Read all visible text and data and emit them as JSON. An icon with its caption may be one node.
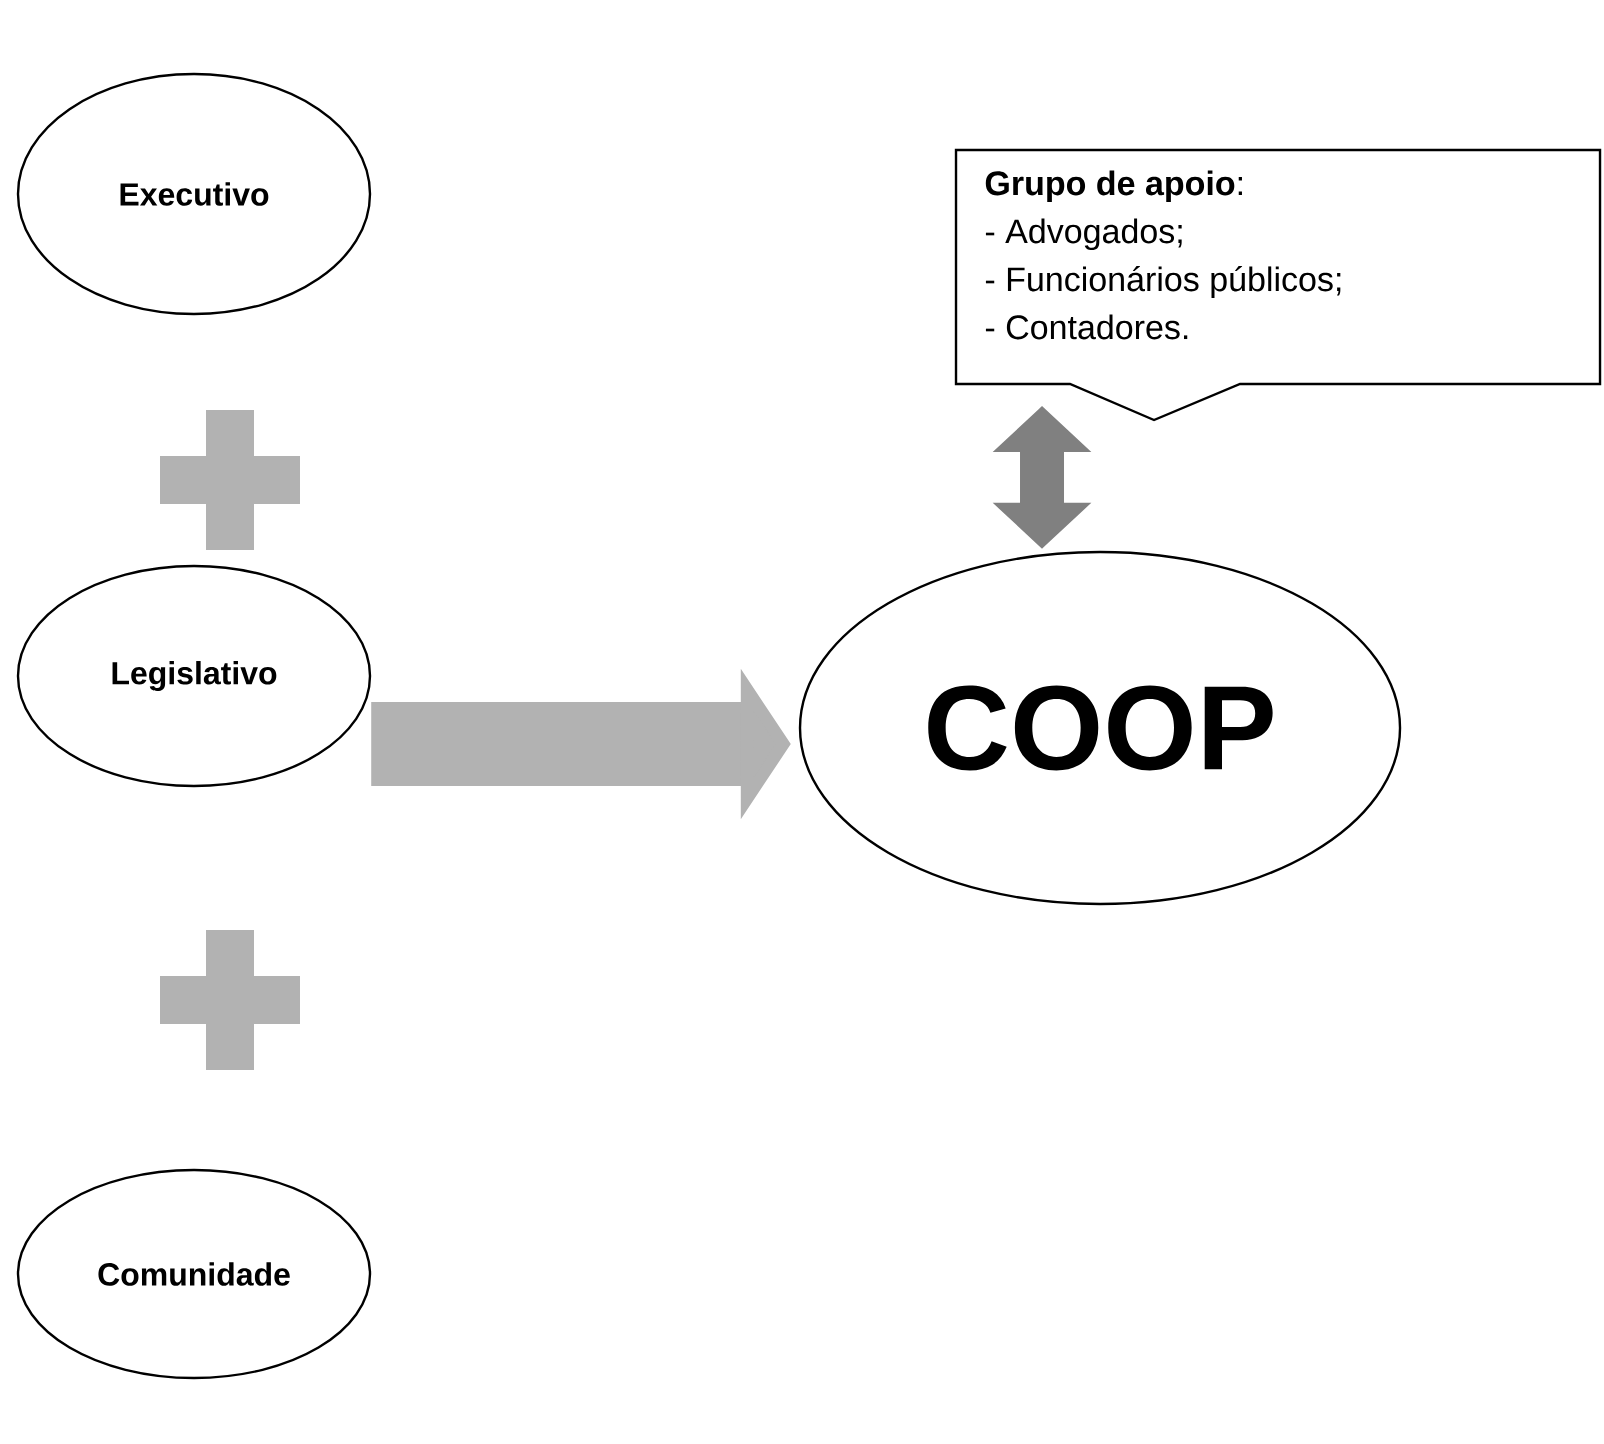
{
  "diagram": {
    "nodes": [
      {
        "text": [
          "Executivo"
        ]
      },
      {
        "text": [
          "Legislativo"
        ]
      },
      {
        "text": [
          "Comunidade"
        ]
      },
      {
        "text": [
          "COOP"
        ]
      },
      {
        "text": [
          "**Grupo de apoio**:",
          "- Advogados;",
          "- Funcionários públicos;",
          "- Contadores."
        ]
      }
    ],
    "edges": [
      {
        "from": 1,
        "to": 3,
        "arrow": "to",
        "style": "thick"
      },
      {
        "from": 4,
        "to": 3,
        "arrow": "both"
      }
    ]
  }
}
